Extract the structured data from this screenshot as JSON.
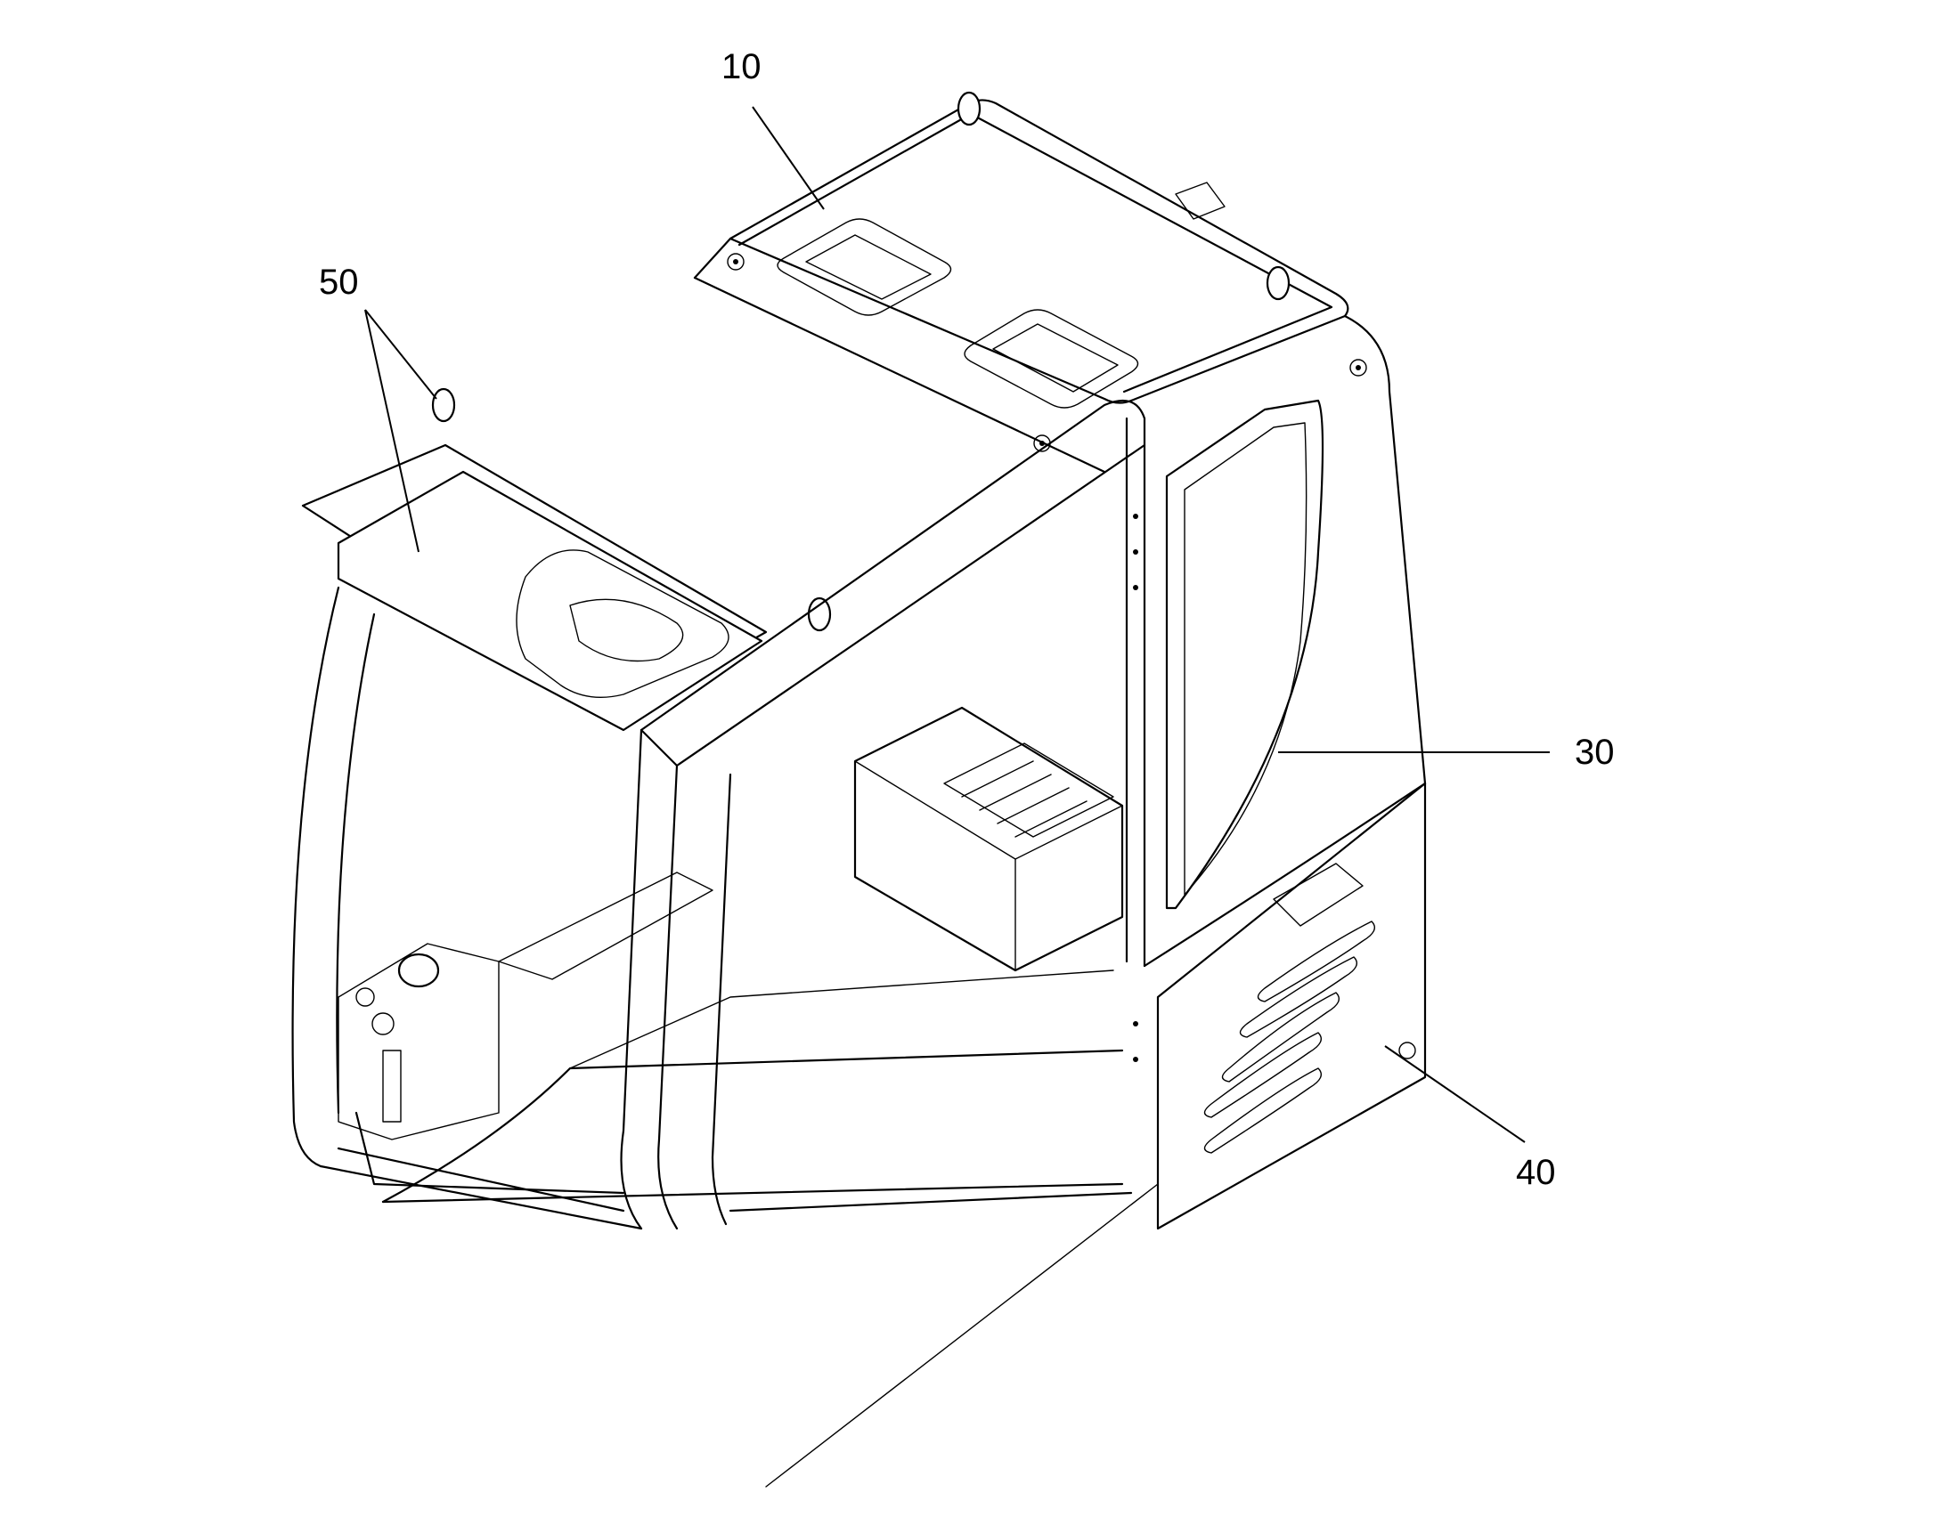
{
  "callouts": [
    {
      "id": "10",
      "label": "10"
    },
    {
      "id": "50",
      "label": "50"
    },
    {
      "id": "30",
      "label": "30"
    },
    {
      "id": "40",
      "label": "40"
    }
  ]
}
